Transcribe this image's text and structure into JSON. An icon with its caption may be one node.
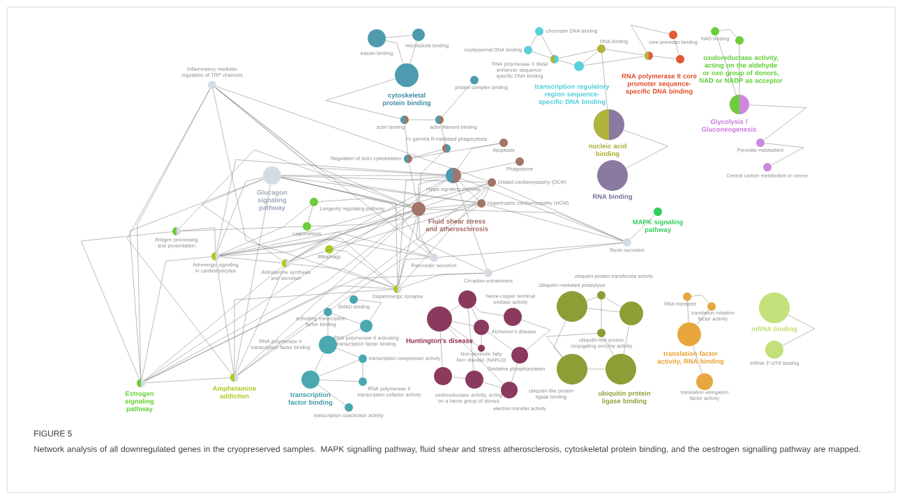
{
  "diagram": {
    "title": "FIGURE 5",
    "caption": "Network analysis of all downregulated genes in the cryopreserved samples. MAPK signalling pathway, fluid shear and stress atherosclerosis, cytoskeletal protein binding, and the oestrogen signalling pathway are mapped.",
    "nodes": [
      {
        "text": [
          "tubulin binding"
        ]
      },
      {
        "text": [
          "microtubule binding"
        ]
      },
      {
        "text": [
          "cytoskeletal protein binding"
        ]
      },
      {
        "text": [
          "protein complex binding"
        ]
      },
      {
        "text": [
          "actin binding"
        ]
      },
      {
        "text": [
          "actin filament binding"
        ]
      },
      {
        "text": [
          "Apoptosis"
        ]
      },
      {
        "text": [
          "Phagosome"
        ]
      },
      {
        "text": [
          "Fc gamma R-mediated phagocytosis"
        ]
      },
      {
        "text": [
          "Regulation of actin cytoskeleton"
        ]
      },
      {
        "text": [
          "Dilated cardiomyopathy (DCM)"
        ]
      },
      {
        "text": [
          "Hypertrophic cardiomyopathy (HCM)"
        ]
      },
      {
        "text": [
          "Hippo signaling pathway"
        ]
      },
      {
        "text": [
          "Fluid shear stress and atherosclerosis"
        ]
      },
      {
        "text": [
          "Inflammatory mediator regulation of TRP channels"
        ]
      },
      {
        "text": [
          "Glucagon signaling pathway"
        ]
      },
      {
        "text": [
          "Longevity regulating pathway"
        ]
      },
      {
        "text": [
          "Legionellosis"
        ]
      },
      {
        "text": [
          "Antigen processing and presentation"
        ]
      },
      {
        "text": [
          "Adrenergic signaling in cardiomyocytes"
        ]
      },
      {
        "text": [
          "Aldosterone synthesis and secretion"
        ]
      },
      {
        "text": [
          "Mitophagy"
        ]
      },
      {
        "text": [
          "Pancreatic secretion"
        ]
      },
      {
        "text": [
          "Circadian entrainment"
        ]
      },
      {
        "text": [
          "Dopaminergic synapse"
        ]
      },
      {
        "text": [
          "Renin secretion"
        ]
      },
      {
        "text": [
          "MAPK signaling pathway"
        ]
      },
      {
        "text": [
          "Estrogen signaling pathway"
        ]
      },
      {
        "text": [
          "Amphetamine addiction"
        ]
      },
      {
        "text": [
          "SMAD binding"
        ]
      },
      {
        "text": [
          "activating transcription factor binding"
        ]
      },
      {
        "text": [
          "RNA polymerase II activating transcription factor binding"
        ]
      },
      {
        "text": [
          "RNA polymerase II transcription factor binding"
        ]
      },
      {
        "text": [
          "transcription corepressor activity"
        ]
      },
      {
        "text": [
          "transcription factor binding"
        ]
      },
      {
        "text": [
          "RNA polymerase II transcription cofactor activity"
        ]
      },
      {
        "text": [
          "transcription coactivator activity"
        ]
      },
      {
        "text": [
          "Huntington's disease"
        ]
      },
      {
        "text": [
          "heme-copper terminal oxidase activity"
        ]
      },
      {
        "text": [],
        "shape": "circle"
      },
      {
        "text": [
          "Alzheimer's disease"
        ]
      },
      {
        "text": [
          "Non-alcoholic fatty liver disease (NAFLD)"
        ]
      },
      {
        "text": [
          "Oxidative phosphorylation"
        ]
      },
      {
        "text": [
          "oxidoreductase activity, acting on a heme group of donors"
        ]
      },
      {
        "text": [
          "electron transfer activity"
        ]
      },
      {
        "text": [],
        "shape": "circle"
      },
      {
        "text": [
          "Ubiquitin mediated proteolysis"
        ]
      },
      {
        "text": [],
        "shape": "circle"
      },
      {
        "text": [
          "ubiquitin-protein transferase activity"
        ]
      },
      {
        "text": [
          "ubiquitin-like protein conjugating enzyme activity"
        ]
      },
      {
        "text": [
          "ubiquitin-like protein ligase binding"
        ]
      },
      {
        "text": [
          "ubiquitin protein ligase binding"
        ]
      },
      {
        "text": [
          "RNA transport"
        ]
      },
      {
        "text": [
          "translation initiation factor activity"
        ]
      },
      {
        "text": [
          "translation factor activity, RNA binding"
        ]
      },
      {
        "text": [
          "translation elongation factor activity"
        ]
      },
      {
        "text": [
          "mRNA binding"
        ]
      },
      {
        "text": [
          "mRNA 3'-UTR binding"
        ]
      },
      {
        "text": [
          "nucleic acid binding"
        ]
      },
      {
        "text": [
          "RNA binding"
        ]
      },
      {
        "text": [
          "chromatin DNA binding"
        ]
      },
      {
        "text": [
          "nucleosomal DNA binding"
        ]
      },
      {
        "text": [
          "RNA polymerase II distal enhancer sequence-specific DNA binding"
        ]
      },
      {
        "text": [
          "transcription regulatory region sequence-specific DNA binding"
        ]
      },
      {
        "text": [
          "DNA binding"
        ]
      },
      {
        "text": [
          "RNA polymerase II core promoter sequence-specific DNA binding"
        ]
      },
      {
        "text": [
          "core promoter binding"
        ]
      },
      {
        "text": [],
        "shape": "circle"
      },
      {
        "text": [
          "NAD binding"
        ]
      },
      {
        "text": [],
        "shape": "circle"
      },
      {
        "text": [
          "oxidoreductase activity, acting on the aldehyde or oxo group of donors, NAD or NADP as acceptor",
          "Glycolysis / Gluconeogenesis"
        ]
      },
      {
        "text": [
          "Pyruvate metabolism"
        ]
      },
      {
        "text": [
          "Central carbon metabolism in cancer"
        ]
      }
    ],
    "edges": [
      {
        "from": 0,
        "to": 1,
        "arrow": "none"
      },
      {
        "from": 0,
        "to": 2,
        "arrow": "none"
      },
      {
        "from": 1,
        "to": 2,
        "arrow": "none"
      },
      {
        "from": 2,
        "to": 4,
        "arrow": "none"
      },
      {
        "from": 3,
        "to": 5,
        "arrow": "none"
      },
      {
        "from": 4,
        "to": 5,
        "arrow": "none"
      },
      {
        "from": 5,
        "to": 8,
        "arrow": "none"
      },
      {
        "from": 4,
        "to": 9,
        "arrow": "none"
      },
      {
        "from": 8,
        "to": 9,
        "arrow": "none"
      },
      {
        "from": 6,
        "to": 9,
        "arrow": "none"
      },
      {
        "from": 7,
        "to": 12,
        "arrow": "none"
      },
      {
        "from": 9,
        "to": 13,
        "arrow": "none"
      },
      {
        "from": 8,
        "to": 13,
        "arrow": "none"
      },
      {
        "from": 12,
        "to": 13,
        "arrow": "none"
      },
      {
        "from": 10,
        "to": 13,
        "arrow": "none"
      },
      {
        "from": 11,
        "to": 13,
        "arrow": "none"
      },
      {
        "from": 10,
        "to": 11,
        "arrow": "none"
      },
      {
        "from": 12,
        "to": 11,
        "arrow": "none"
      },
      {
        "from": 6,
        "to": 12,
        "arrow": "none"
      },
      {
        "from": 14,
        "to": 13,
        "arrow": "none"
      },
      {
        "from": 14,
        "to": 12,
        "arrow": "none"
      },
      {
        "from": 14,
        "to": 10,
        "arrow": "none"
      },
      {
        "from": 14,
        "to": 11,
        "arrow": "none"
      },
      {
        "from": 14,
        "to": 22,
        "arrow": "none"
      },
      {
        "from": 14,
        "to": 24,
        "arrow": "none"
      },
      {
        "from": 14,
        "to": 28,
        "arrow": "none"
      },
      {
        "from": 14,
        "to": 27,
        "arrow": "none"
      },
      {
        "from": 15,
        "to": 13,
        "arrow": "none"
      },
      {
        "from": 15,
        "to": 12,
        "arrow": "none"
      },
      {
        "from": 15,
        "to": 10,
        "arrow": "none"
      },
      {
        "from": 15,
        "to": 11,
        "arrow": "none"
      },
      {
        "from": 15,
        "to": 22,
        "arrow": "none"
      },
      {
        "from": 15,
        "to": 24,
        "arrow": "none"
      },
      {
        "from": 15,
        "to": 28,
        "arrow": "none"
      },
      {
        "from": 15,
        "to": 27,
        "arrow": "none"
      },
      {
        "from": 15,
        "to": 19,
        "arrow": "none"
      },
      {
        "from": 15,
        "to": 20,
        "arrow": "none"
      },
      {
        "from": 16,
        "to": 17,
        "arrow": "none"
      },
      {
        "from": 16,
        "to": 13,
        "arrow": "none"
      },
      {
        "from": 16,
        "to": 19,
        "arrow": "none"
      },
      {
        "from": 17,
        "to": 13,
        "arrow": "none"
      },
      {
        "from": 17,
        "to": 18,
        "arrow": "none"
      },
      {
        "from": 18,
        "to": 13,
        "arrow": "none"
      },
      {
        "from": 18,
        "to": 27,
        "arrow": "none"
      },
      {
        "from": 18,
        "to": 19,
        "arrow": "none"
      },
      {
        "from": 19,
        "to": 13,
        "arrow": "none"
      },
      {
        "from": 19,
        "to": 12,
        "arrow": "none"
      },
      {
        "from": 19,
        "to": 10,
        "arrow": "none"
      },
      {
        "from": 19,
        "to": 11,
        "arrow": "none"
      },
      {
        "from": 19,
        "to": 22,
        "arrow": "none"
      },
      {
        "from": 19,
        "to": 24,
        "arrow": "none"
      },
      {
        "from": 19,
        "to": 28,
        "arrow": "none"
      },
      {
        "from": 19,
        "to": 27,
        "arrow": "none"
      },
      {
        "from": 19,
        "to": 20,
        "arrow": "none"
      },
      {
        "from": 20,
        "to": 13,
        "arrow": "none"
      },
      {
        "from": 20,
        "to": 12,
        "arrow": "none"
      },
      {
        "from": 20,
        "to": 11,
        "arrow": "none"
      },
      {
        "from": 20,
        "to": 22,
        "arrow": "none"
      },
      {
        "from": 20,
        "to": 24,
        "arrow": "none"
      },
      {
        "from": 20,
        "to": 28,
        "arrow": "none"
      },
      {
        "from": 20,
        "to": 27,
        "arrow": "none"
      },
      {
        "from": 21,
        "to": 13,
        "arrow": "none"
      },
      {
        "from": 21,
        "to": 24,
        "arrow": "none"
      },
      {
        "from": 22,
        "to": 13,
        "arrow": "none"
      },
      {
        "from": 22,
        "to": 25,
        "arrow": "none"
      },
      {
        "from": 22,
        "to": 24,
        "arrow": "none"
      },
      {
        "from": 23,
        "to": 13,
        "arrow": "none"
      },
      {
        "from": 23,
        "to": 12,
        "arrow": "none"
      },
      {
        "from": 23,
        "to": 25,
        "arrow": "none"
      },
      {
        "from": 23,
        "to": 24,
        "arrow": "none"
      },
      {
        "from": 23,
        "to": 27,
        "arrow": "none"
      },
      {
        "from": 24,
        "to": 13,
        "arrow": "none"
      },
      {
        "from": 24,
        "to": 12,
        "arrow": "none"
      },
      {
        "from": 24,
        "to": 10,
        "arrow": "none"
      },
      {
        "from": 24,
        "to": 28,
        "arrow": "none"
      },
      {
        "from": 24,
        "to": 27,
        "arrow": "none"
      },
      {
        "from": 25,
        "to": 13,
        "arrow": "none"
      },
      {
        "from": 25,
        "to": 12,
        "arrow": "none"
      },
      {
        "from": 25,
        "to": 10,
        "arrow": "none"
      },
      {
        "from": 25,
        "to": 11,
        "arrow": "none"
      },
      {
        "from": 25,
        "to": 26,
        "arrow": "none"
      },
      {
        "from": 27,
        "to": 28,
        "arrow": "none"
      },
      {
        "from": 27,
        "to": 13,
        "arrow": "none"
      },
      {
        "from": 27,
        "to": 12,
        "arrow": "none"
      },
      {
        "from": 28,
        "to": 13,
        "arrow": "none"
      },
      {
        "from": 28,
        "to": 10,
        "arrow": "none"
      },
      {
        "from": 28,
        "to": 11,
        "arrow": "none"
      },
      {
        "from": 29,
        "to": 31,
        "arrow": "none"
      },
      {
        "from": 30,
        "to": 31,
        "arrow": "none"
      },
      {
        "from": 30,
        "to": 32,
        "arrow": "none"
      },
      {
        "from": 31,
        "to": 32,
        "arrow": "none"
      },
      {
        "from": 32,
        "to": 33,
        "arrow": "none"
      },
      {
        "from": 33,
        "to": 34,
        "arrow": "none"
      },
      {
        "from": 34,
        "to": 35,
        "arrow": "none"
      },
      {
        "from": 34,
        "to": 36,
        "arrow": "none"
      },
      {
        "from": 33,
        "to": 35,
        "arrow": "none"
      },
      {
        "from": 32,
        "to": 34,
        "arrow": "none"
      },
      {
        "from": 37,
        "to": 38,
        "arrow": "none"
      },
      {
        "from": 37,
        "to": 40,
        "arrow": "none"
      },
      {
        "from": 38,
        "to": 39,
        "arrow": "none"
      },
      {
        "from": 38,
        "to": 40,
        "arrow": "none"
      },
      {
        "from": 39,
        "to": 42,
        "arrow": "none"
      },
      {
        "from": 40,
        "to": 41,
        "arrow": "none"
      },
      {
        "from": 41,
        "to": 37,
        "arrow": "none"
      },
      {
        "from": 37,
        "to": 45,
        "arrow": "none"
      },
      {
        "from": 45,
        "to": 43,
        "arrow": "none"
      },
      {
        "from": 43,
        "to": 44,
        "arrow": "none"
      },
      {
        "from": 42,
        "to": 44,
        "arrow": "none"
      },
      {
        "from": 40,
        "to": 42,
        "arrow": "none"
      },
      {
        "from": 38,
        "to": 43,
        "arrow": "none"
      },
      {
        "from": 37,
        "to": 44,
        "arrow": "none"
      },
      {
        "from": 46,
        "to": 47,
        "arrow": "none"
      },
      {
        "from": 46,
        "to": 48,
        "arrow": "none"
      },
      {
        "from": 48,
        "to": 49,
        "arrow": "none"
      },
      {
        "from": 47,
        "to": 48,
        "arrow": "none"
      },
      {
        "from": 49,
        "to": 50,
        "arrow": "none"
      },
      {
        "from": 49,
        "to": 51,
        "arrow": "none"
      },
      {
        "from": 50,
        "to": 51,
        "arrow": "none"
      },
      {
        "from": 46,
        "to": 50,
        "arrow": "none"
      },
      {
        "from": 47,
        "to": 51,
        "arrow": "none"
      },
      {
        "from": 52,
        "to": 53,
        "arrow": "none"
      },
      {
        "from": 52,
        "to": 54,
        "arrow": "none"
      },
      {
        "from": 53,
        "to": 54,
        "arrow": "none"
      },
      {
        "from": 54,
        "to": 55,
        "arrow": "none"
      },
      {
        "from": 56,
        "to": 57,
        "arrow": "none"
      },
      {
        "from": 58,
        "to": 59,
        "arrow": "none"
      },
      {
        "from": 58,
        "to": 64,
        "arrow": "none"
      },
      {
        "from": 60,
        "to": 61,
        "arrow": "none"
      },
      {
        "from": 60,
        "to": 62,
        "arrow": "none"
      },
      {
        "from": 61,
        "to": 62,
        "arrow": "none"
      },
      {
        "from": 62,
        "to": 64,
        "arrow": "none"
      },
      {
        "from": 63,
        "to": 64,
        "arrow": "none"
      },
      {
        "from": 62,
        "to": 63,
        "arrow": "none"
      },
      {
        "from": 64,
        "to": 65,
        "arrow": "none"
      },
      {
        "from": 65,
        "to": 66,
        "arrow": "none"
      },
      {
        "from": 65,
        "to": 67,
        "arrow": "none"
      },
      {
        "from": 66,
        "to": 67,
        "arrow": "none"
      },
      {
        "from": 63,
        "to": 65,
        "arrow": "none"
      },
      {
        "from": 68,
        "to": 69,
        "arrow": "none"
      },
      {
        "from": 68,
        "to": 70,
        "arrow": "none"
      },
      {
        "from": 69,
        "to": 70,
        "arrow": "none"
      },
      {
        "from": 70,
        "to": 71,
        "arrow": "none"
      },
      {
        "from": 71,
        "to": 72,
        "arrow": "none"
      }
    ]
  }
}
